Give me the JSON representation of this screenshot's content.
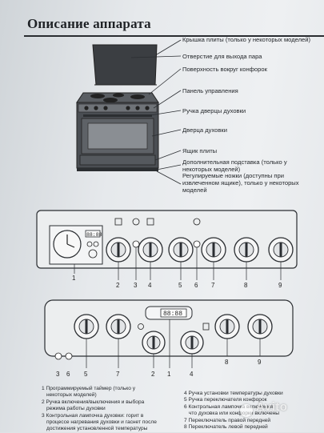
{
  "title": "Описание аппарата",
  "callouts": [
    "Крышка плиты (только у некоторых моделей)",
    "Отверстие для выхода пара",
    "Поверхность вокруг конфорок",
    "Панель управления",
    "Ручка дверцы духовки",
    "Дверца духовки",
    "Ящик плиты",
    "Дополнительная подставка (только у некоторых моделей)",
    "Регулируемые ножки (доступны при извлеченном ящике), только у некоторых моделей"
  ],
  "panel_top": {
    "clock_digits": "88:88",
    "numbers": [
      "1",
      "2",
      "3",
      "4",
      "5",
      "6",
      "7",
      "8",
      "9"
    ]
  },
  "panel_bottom": {
    "display_digits": "88:88",
    "numbers": [
      "3",
      "6",
      "5",
      "7",
      "2",
      "1",
      "4",
      "8",
      "9"
    ]
  },
  "descriptions_left": [
    "1 Программируемый таймер (только у",
    "некоторых моделей)",
    "2 Ручка включения/выключения и выбора",
    "режима работы духовки",
    "3 Контрольная лампочка духовки: горит в",
    "процессе нагревания духовки и гаснет после",
    "достижения установленной температуры"
  ],
  "descriptions_right": [
    "4 Ручка установки температуры духовки",
    "5 Ручка переключателя конфорок",
    "6 Контрольная лампочка включения:",
    "что духовка или конфорки включены",
    "7 Переключатель правой передней",
    "8 Переключатель левой передней"
  ],
  "watermark": "Avito"
}
